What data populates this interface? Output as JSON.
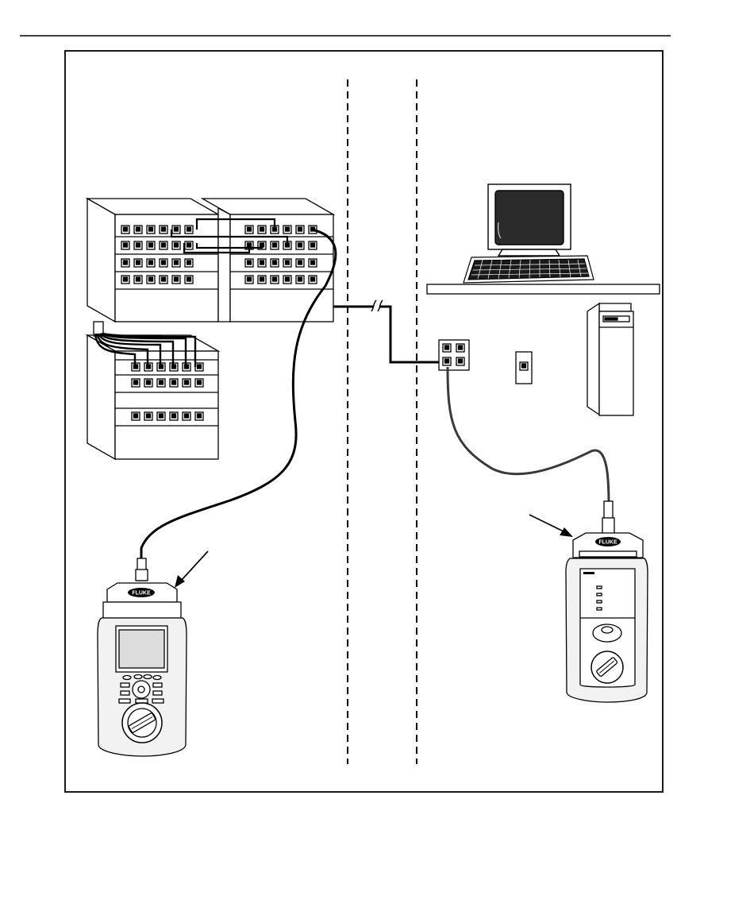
{
  "figure": {
    "brand_label_main": "FLUKE",
    "brand_label_remote": "FLUKE",
    "components": [
      {
        "id": "main-tester",
        "icon": "handheld-cable-tester-icon"
      },
      {
        "id": "remote-tester",
        "icon": "remote-unit-icon"
      },
      {
        "id": "patch-panel-rack",
        "icon": "patch-panel-icon"
      },
      {
        "id": "network-hub",
        "icon": "hub-icon"
      },
      {
        "id": "wall-outlet",
        "icon": "wall-jack-icon"
      },
      {
        "id": "single-outlet",
        "icon": "wall-jack-icon"
      },
      {
        "id": "workstation-monitor",
        "icon": "monitor-icon"
      },
      {
        "id": "keyboard",
        "icon": "keyboard-icon"
      },
      {
        "id": "pc-tower",
        "icon": "pc-tower-icon"
      }
    ],
    "colors": {
      "line": "#000000",
      "fill": "#ffffff",
      "screen": "#2a2a2a",
      "tester_body": "#f2f2f2",
      "cable_gray": "#3a3a3a"
    }
  }
}
